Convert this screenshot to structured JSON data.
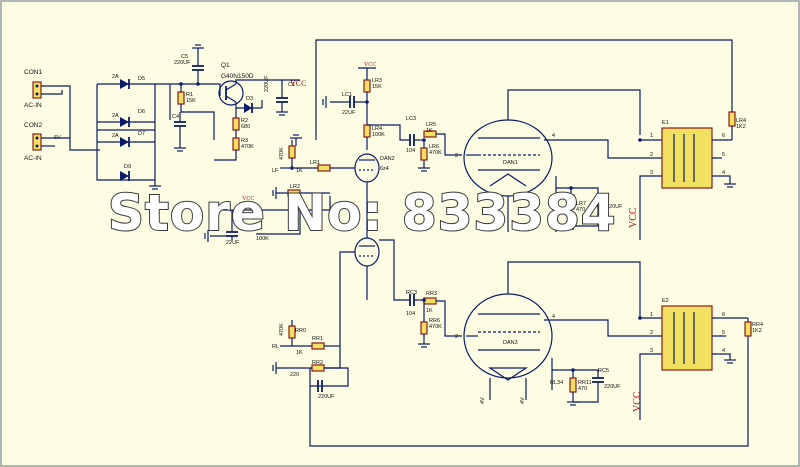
{
  "labels": {
    "con1": "CON1",
    "con2": "CON2",
    "acin1": "AC-IN",
    "acin2": "AC-IN",
    "v6": "6V",
    "d5": "D5",
    "d6": "D6",
    "d7": "D7",
    "d9": "D9",
    "a1": "2A",
    "a2": "2A",
    "a3": "2A",
    "c5": "C5",
    "c5v": "220UF",
    "q1": "Q1",
    "q1v": "G40N150D",
    "vcc_top": "VCC",
    "r1": "R1",
    "r1v": "15K",
    "c4": "C4",
    "d3": "D3",
    "r2": "R2",
    "r2v": "680",
    "r3": "R3",
    "r3v": "470K",
    "c1": "C1",
    "c1v": "220UF",
    "vcc_mid": "VCC",
    "lr3": "LR3",
    "lr3v": "15K",
    "lc1": "LC1",
    "lc1v": "22UF",
    "lr4": "LR4",
    "lr4v": "100K",
    "lc3": "LC3",
    "lc3v": "104",
    "lr5": "LR5",
    "lr5v": "1K",
    "lr6": "LR6",
    "lr6v": "470K",
    "dan1": "DAN1",
    "dan2": "DAN2",
    "dan2v": "6z4",
    "lr1": "LR1",
    "lr1v": "1K",
    "lr2": "LR2",
    "lr2v": "220",
    "lf": "LF",
    "k470": "470K",
    "c2v": "22UF",
    "k100": "100K",
    "vcc_small": "VCC",
    "e1": "E1",
    "lr7": "LR7",
    "lr7v": "470",
    "lc5v": "220UF",
    "lra": "LR4",
    "lrav": "1K2",
    "vcc_right": "VCC",
    "rc3": "RC3",
    "rc3v": "104",
    "rr3": "RR3",
    "rr3v": "1K",
    "rr6": "RR6",
    "rr6v": "470K",
    "dan3": "DAN3",
    "e2": "E2",
    "rr4": "RR4",
    "rr4v": "1K2",
    "rr0": "RR0",
    "rr1": "RR1",
    "rr1v": "1K",
    "rr2": "RR2",
    "rr2v": "220",
    "rc1v": "220UF",
    "k470b": "470K",
    "rin": "RL",
    "rr11": "RR11",
    "rr11v": "470",
    "rc5": "RC5",
    "rc5v": "220UF",
    "rl34": "RL34",
    "vcc_bottom": "VCC",
    "pin1": "1",
    "pin2": "2",
    "pin3": "3",
    "pin4": "4",
    "pin5": "5",
    "pin6": "6",
    "pin1b": "1",
    "pin2b": "2",
    "pin3b": "3",
    "pin4b": "4",
    "pin5b": "5",
    "pin6b": "6",
    "n4a": "4",
    "n2a": "2",
    "n4b": "4",
    "n2b": "2",
    "hv1": "4V",
    "hv2": "4V"
  },
  "watermark": "Store No: 833384",
  "colors": {
    "background": "#fdfde4",
    "wire": "#0c1b6b",
    "part": "#8a1c1c",
    "vcc": "#b01010",
    "transformer_fill": "#f2e060"
  }
}
